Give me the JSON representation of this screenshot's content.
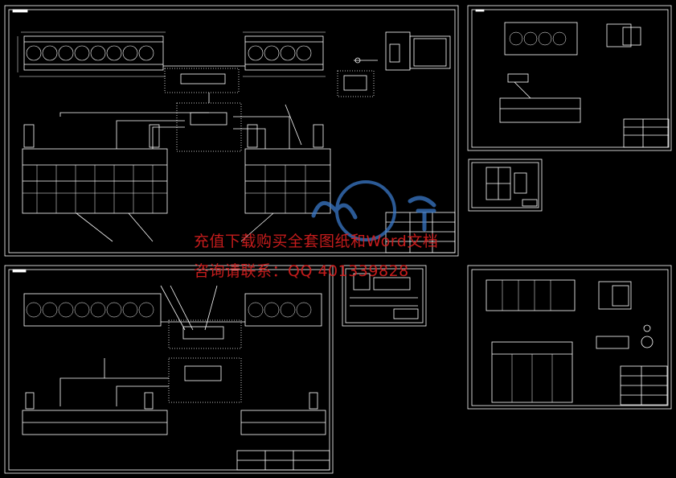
{
  "watermark": {
    "line1": "充值下载购买全套图纸和Word文档",
    "line2": "咨询请联系：QQ 401339828"
  },
  "colors": {
    "background": "#000000",
    "linework": "#ffffff",
    "watermark_text": "#d61f1f",
    "logo": "#3a78c8"
  },
  "sheets": [
    "drawing-sheet-top-left",
    "drawing-sheet-top-right",
    "drawing-sheet-small-detail",
    "drawing-sheet-bottom-left",
    "drawing-sheet-bottom-center",
    "drawing-sheet-bottom-right"
  ]
}
